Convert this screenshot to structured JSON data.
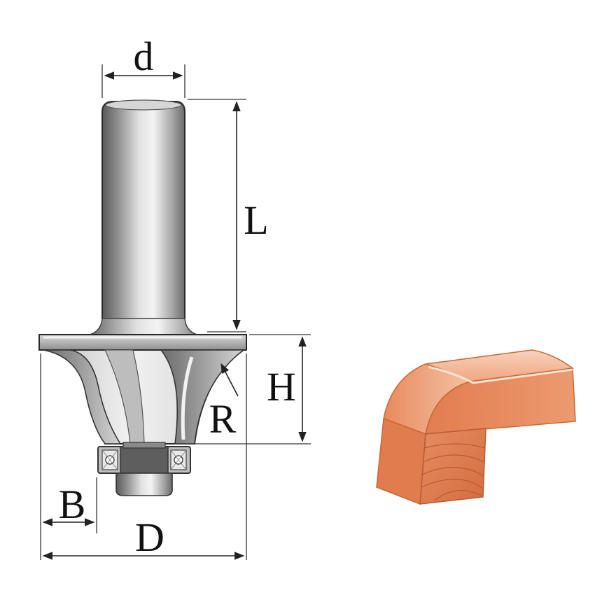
{
  "labels": {
    "d": "d",
    "L": "L",
    "H": "H",
    "R": "R",
    "B": "B",
    "D": "D"
  },
  "colors": {
    "steel_light": "#e6e6e6",
    "steel_mid": "#a9a9a9",
    "steel_dark": "#555555",
    "wood_light": "#f6c3a3",
    "wood_mid": "#ee9b72",
    "wood_dark": "#d9703f",
    "wood_grain": "#b85a33"
  }
}
